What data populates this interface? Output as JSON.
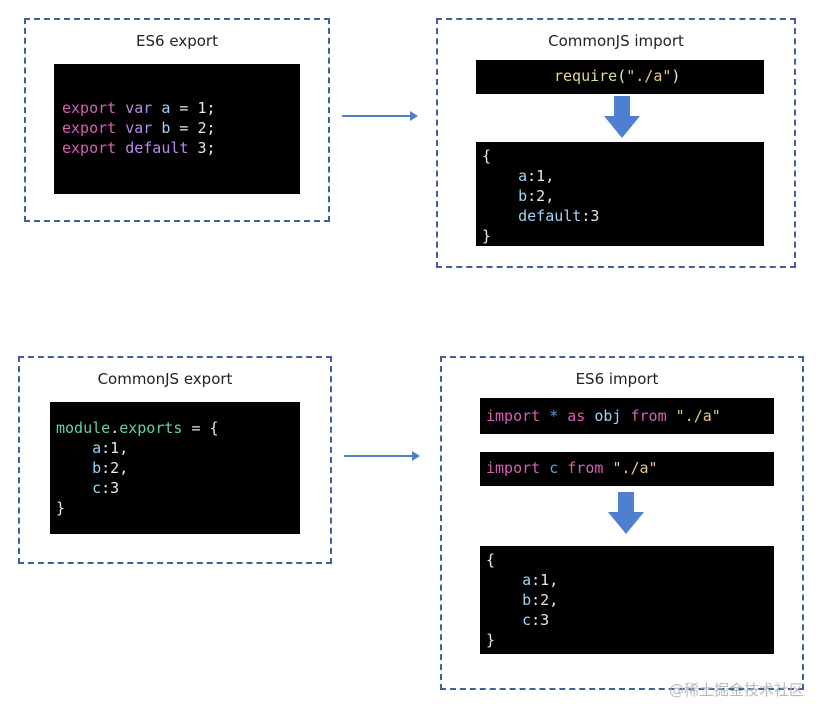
{
  "panels": {
    "es6_export": {
      "title": "ES6 export",
      "code": [
        [
          {
            "t": "export ",
            "c": "kw-pink"
          },
          {
            "t": "var ",
            "c": "kw-purple"
          },
          {
            "t": "a",
            "c": "ident"
          },
          {
            "t": " = 1;",
            "c": "plain"
          }
        ],
        [
          {
            "t": "export ",
            "c": "kw-pink"
          },
          {
            "t": "var ",
            "c": "kw-purple"
          },
          {
            "t": "b",
            "c": "ident"
          },
          {
            "t": " = 2;",
            "c": "plain"
          }
        ],
        [
          {
            "t": "export ",
            "c": "kw-pink"
          },
          {
            "t": "default ",
            "c": "kw-purple"
          },
          {
            "t": "3;",
            "c": "plain"
          }
        ]
      ]
    },
    "commonjs_import": {
      "title": "CommonJS import",
      "require_code": [
        [
          {
            "t": "require",
            "c": "yellow"
          },
          {
            "t": "(",
            "c": "plain"
          },
          {
            "t": "\"./a\"",
            "c": "str"
          },
          {
            "t": ")",
            "c": "plain"
          }
        ]
      ],
      "result_code": [
        [
          {
            "t": "{",
            "c": "plain"
          }
        ],
        [
          {
            "t": "    a",
            "c": "ident"
          },
          {
            "t": ":1,",
            "c": "plain"
          }
        ],
        [
          {
            "t": "    b",
            "c": "ident"
          },
          {
            "t": ":2,",
            "c": "plain"
          }
        ],
        [
          {
            "t": "    default",
            "c": "ident"
          },
          {
            "t": ":3",
            "c": "plain"
          }
        ],
        [
          {
            "t": "}",
            "c": "plain"
          }
        ]
      ]
    },
    "commonjs_export": {
      "title": "CommonJS export",
      "code": [
        [
          {
            "t": "module",
            "c": "teal"
          },
          {
            "t": ".",
            "c": "plain"
          },
          {
            "t": "exports",
            "c": "teal"
          },
          {
            "t": " = {",
            "c": "plain"
          }
        ],
        [
          {
            "t": "    a",
            "c": "ident"
          },
          {
            "t": ":1,",
            "c": "plain"
          }
        ],
        [
          {
            "t": "    b",
            "c": "ident"
          },
          {
            "t": ":2,",
            "c": "plain"
          }
        ],
        [
          {
            "t": "    c",
            "c": "ident"
          },
          {
            "t": ":3",
            "c": "plain"
          }
        ],
        [
          {
            "t": "}",
            "c": "plain"
          }
        ]
      ]
    },
    "es6_import": {
      "title": "ES6 import",
      "import_star_code": [
        [
          {
            "t": "import ",
            "c": "kw-pink"
          },
          {
            "t": "* ",
            "c": "kw-blue"
          },
          {
            "t": "as ",
            "c": "kw-pink"
          },
          {
            "t": "obj ",
            "c": "ident"
          },
          {
            "t": "from ",
            "c": "kw-pink"
          },
          {
            "t": "\"./a\"",
            "c": "str"
          }
        ]
      ],
      "import_c_code": [
        [
          {
            "t": "import ",
            "c": "kw-pink"
          },
          {
            "t": "c ",
            "c": "kw-blue"
          },
          {
            "t": "from ",
            "c": "kw-pink"
          },
          {
            "t": "\"./a\"",
            "c": "str"
          }
        ]
      ],
      "result_code": [
        [
          {
            "t": "{",
            "c": "plain"
          }
        ],
        [
          {
            "t": "    a",
            "c": "ident"
          },
          {
            "t": ":1,",
            "c": "plain"
          }
        ],
        [
          {
            "t": "    b",
            "c": "ident"
          },
          {
            "t": ":2,",
            "c": "plain"
          }
        ],
        [
          {
            "t": "    c",
            "c": "ident"
          },
          {
            "t": ":3",
            "c": "plain"
          }
        ],
        [
          {
            "t": "}",
            "c": "plain"
          }
        ]
      ]
    }
  },
  "colors": {
    "dashed_border": "#3f5f9e",
    "arrow": "#4f7fd0",
    "code_background": "#000000"
  },
  "icons": {
    "flow_arrow": "right-arrow-icon",
    "result_arrow": "down-arrow-icon"
  },
  "watermark": "@稀土掘金技术社区"
}
